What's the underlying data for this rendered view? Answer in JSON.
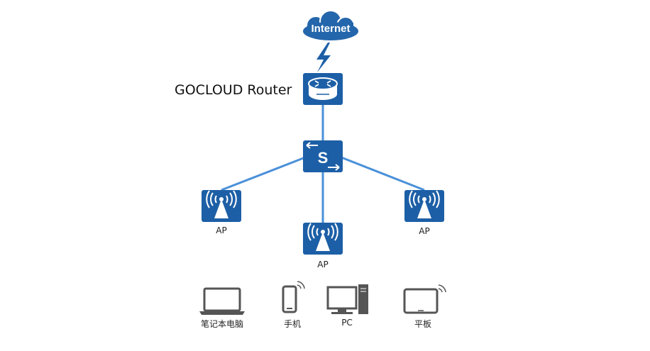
{
  "colors": {
    "primary_blue": "#1d5fa6",
    "link_blue": "#4a90d9",
    "cloud_blue": "#2466ab",
    "device_gray": "#555555"
  },
  "internet": {
    "label": "Internet",
    "icon": "cloud-icon"
  },
  "router": {
    "label": "GOCLOUD Router",
    "icon": "router-icon"
  },
  "switch": {
    "label": "S",
    "icon": "switch-icon"
  },
  "access_points": [
    {
      "label": "AP",
      "icon": "access-point-icon"
    },
    {
      "label": "AP",
      "icon": "access-point-icon"
    },
    {
      "label": "AP",
      "icon": "access-point-icon"
    }
  ],
  "client_devices": [
    {
      "label": "笔记本电脑",
      "icon": "laptop-icon"
    },
    {
      "label": "手机",
      "icon": "phone-icon"
    },
    {
      "label": "PC",
      "icon": "desktop-pc-icon"
    },
    {
      "label": "平板",
      "icon": "tablet-icon"
    }
  ]
}
